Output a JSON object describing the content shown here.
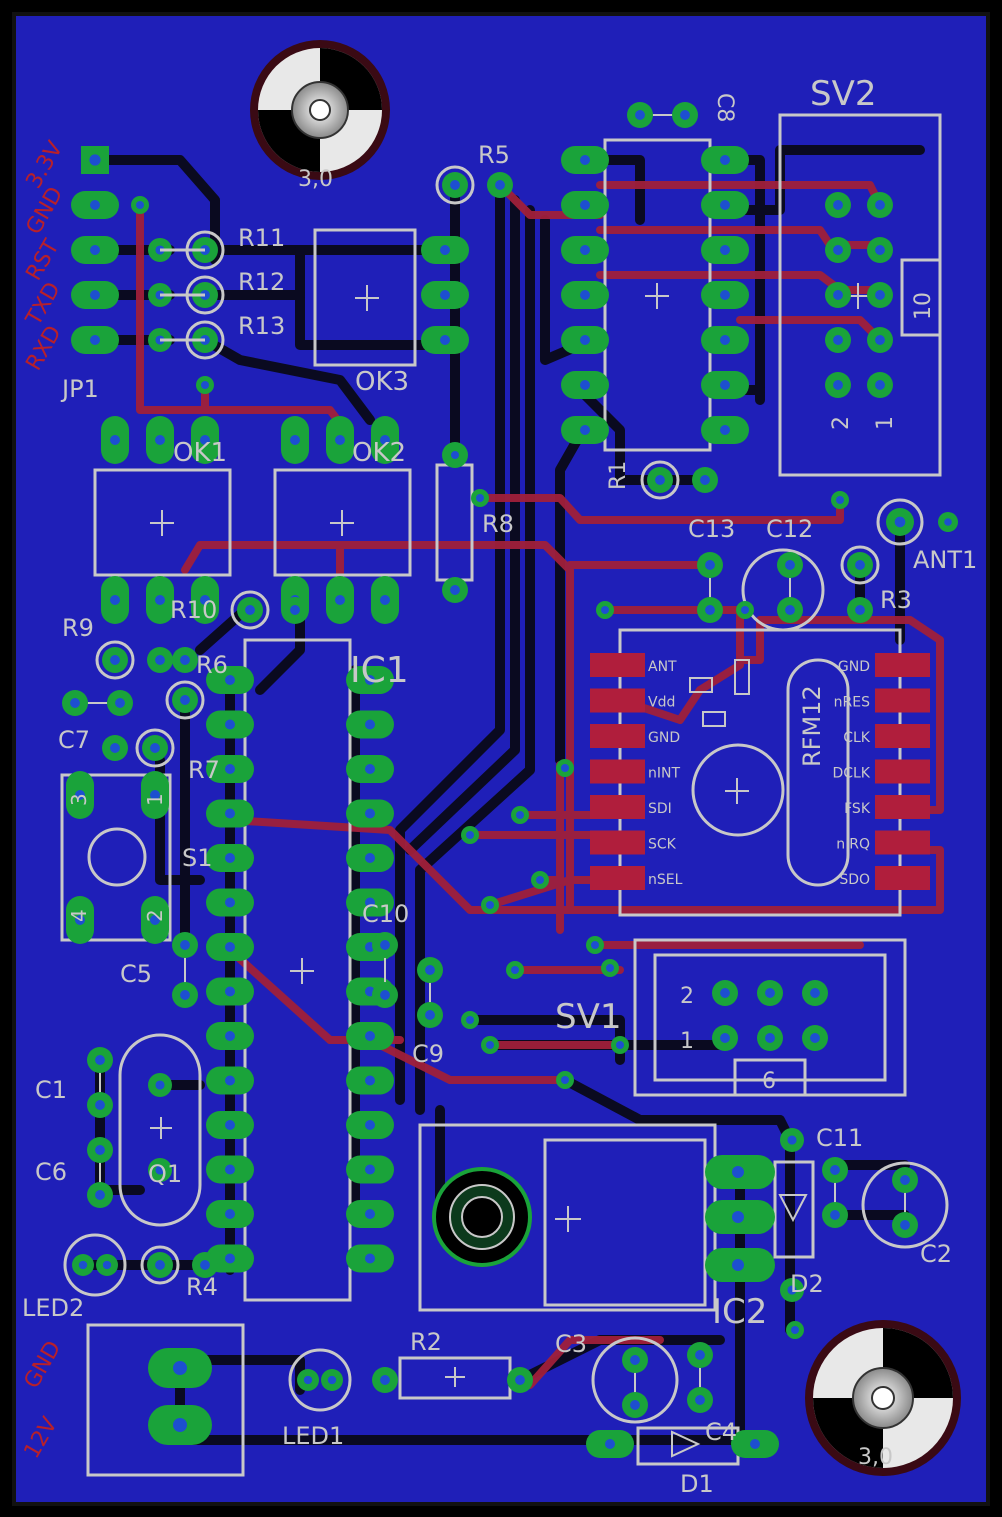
{
  "colors": {
    "background": "#000000",
    "ground_fill": "#1f1fb8",
    "bottom_trace": "#0a0a20",
    "top_trace": "#a0203a",
    "pad": "#1aa33a",
    "silkscreen": "#c8c8c8",
    "red_label": "#b8202a"
  },
  "jp1": {
    "name": "JP1",
    "pins": [
      "3.3V",
      "GND",
      "RST",
      "TXD",
      "RXD"
    ]
  },
  "terminal": {
    "pins": [
      "GND",
      "12V"
    ]
  },
  "ics": {
    "ic1": "IC1",
    "ic2": "IC2",
    "rfm": "RFM12",
    "ok1": "OK1",
    "ok2": "OK2",
    "ok3": "OK3"
  },
  "connectors": {
    "sv1": {
      "name": "SV1",
      "pin_a": "2",
      "pin_b": "1",
      "key": "6"
    },
    "sv2": {
      "name": "SV2",
      "pin_a": "2",
      "pin_b": "1",
      "key": "10"
    },
    "ant1": "ANT1"
  },
  "rfm_pins_left": [
    "ANT",
    "Vdd",
    "GND",
    "nINT",
    "SDI",
    "SCK",
    "nSEL"
  ],
  "rfm_pins_right": [
    "GND",
    "nRES",
    "CLK",
    "DCLK",
    "FSK",
    "nIRQ",
    "SDO"
  ],
  "resistors": {
    "r1": "R1",
    "r2": "R2",
    "r3": "R3",
    "r4": "R4",
    "r5": "R5",
    "r6": "R6",
    "r7": "R7",
    "r8": "R8",
    "r9": "R9",
    "r10": "R10",
    "r11": "R11",
    "r12": "R12",
    "r13": "R13"
  },
  "capacitors": {
    "c1": "C1",
    "c2": "C2",
    "c3": "C3",
    "c4": "C4",
    "c5": "C5",
    "c6": "C6",
    "c7": "C7",
    "c8": "C8",
    "c9": "C9",
    "c10": "C10",
    "c11": "C11",
    "c12": "C12",
    "c13": "C13"
  },
  "misc": {
    "d1": "D1",
    "d2": "D2",
    "led1": "LED1",
    "led2": "LED2",
    "q1": "Q1",
    "s1": "S1"
  },
  "switch_pins": [
    "3",
    "1",
    "4",
    "2"
  ],
  "mounting_holes": [
    "3,0",
    "3,0"
  ]
}
